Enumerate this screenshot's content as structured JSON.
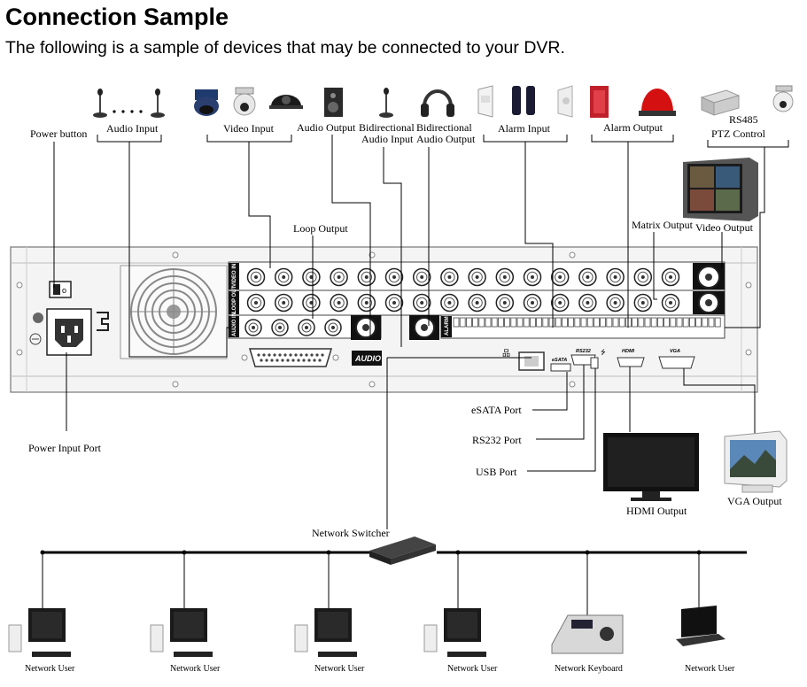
{
  "header": {
    "title": "Connection Sample",
    "subtitle": "The following is a sample of devices that may be connected to your DVR."
  },
  "diagram": {
    "device_labels": {
      "power_button": "Power button",
      "audio_input": "Audio Input",
      "video_input": "Video Input",
      "audio_output": "Audio Output",
      "bidir_audio_input_1": "Bidirectional",
      "bidir_audio_input_2": "Audio Input",
      "bidir_audio_output_1": "Bidirectional",
      "bidir_audio_output_2": "Audio Output",
      "alarm_input": "Alarm Input",
      "alarm_output": "Alarm Output",
      "rs485_1": "RS485",
      "rs485_2": "PTZ Control",
      "loop_output": "Loop Output",
      "matrix_output": "Matrix Output",
      "video_output": "Video Output",
      "power_input_port": "Power Input Port",
      "esata_port": "eSATA Port",
      "rs232_port": "RS232 Port",
      "usb_port": "USB Port",
      "hdmi_output": "HDMI Output",
      "vga_output": "VGA Output",
      "network_switcher": "Network Switcher"
    },
    "panel_labels": {
      "audio": "AUDIO",
      "esata": "eSATA",
      "rs232": "RS232",
      "hdmi": "HDMI",
      "vga": "VGA",
      "video_in": "VIDEO IN",
      "loop_out": "LOOP OUT",
      "audio_in": "AUDIO IN",
      "alarm": "ALARM"
    },
    "network_nodes": [
      "Network User",
      "Network User",
      "Network User",
      "Network User",
      "Network Keyboard",
      "Network User"
    ]
  },
  "colors": {
    "line": "#000000",
    "panel_fill": "#f4f4f4",
    "panel_stroke": "#777777",
    "alarm_red": "#d41010"
  }
}
